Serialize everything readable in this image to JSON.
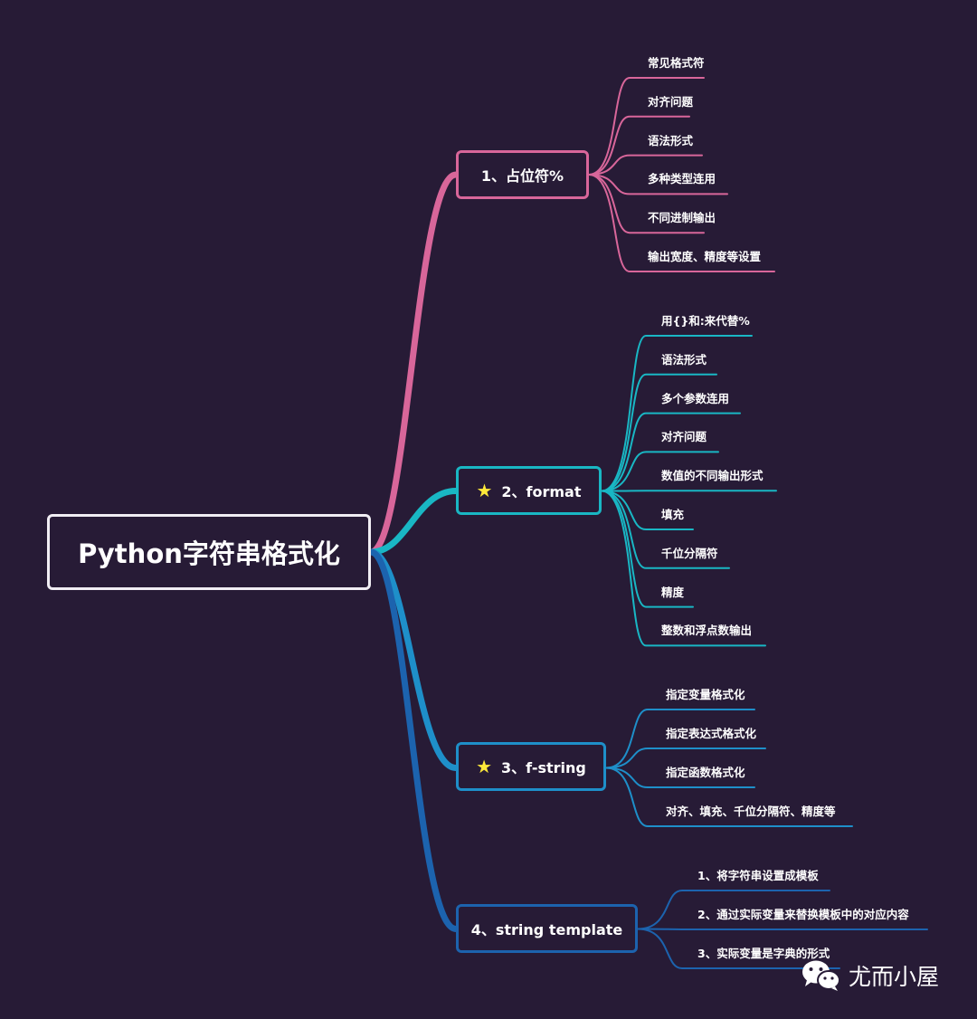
{
  "root": {
    "label": "Python字符串格式化"
  },
  "branches": [
    {
      "label": "1、占位符%",
      "starred": false,
      "color": "#d8669a",
      "leaves": [
        "常见格式符",
        "对齐问题",
        "语法形式",
        "多种类型连用",
        "不同进制输出",
        "输出宽度、精度等设置"
      ]
    },
    {
      "label": "2、format",
      "starred": true,
      "color": "#19b7c4",
      "leaves": [
        "用{}和:来代替%",
        "语法形式",
        "多个参数连用",
        "对齐问题",
        "数值的不同输出形式",
        "填充",
        "千位分隔符",
        "精度",
        "整数和浮点数输出"
      ]
    },
    {
      "label": "3、f-string",
      "starred": true,
      "color": "#1e8fc9",
      "leaves": [
        "指定变量格式化",
        "指定表达式格式化",
        "指定函数格式化",
        "对齐、填充、千位分隔符、精度等"
      ]
    },
    {
      "label": "4、string template",
      "starred": false,
      "color": "#1c63ae",
      "leaves": [
        "1、将字符串设置成模板",
        "2、通过实际变量来替换模板中的对应内容",
        "3、实际变量是字典的形式"
      ]
    }
  ],
  "star_icon": "star-icon",
  "watermark": {
    "icon": "wechat-icon",
    "text": "尤而小屋"
  }
}
